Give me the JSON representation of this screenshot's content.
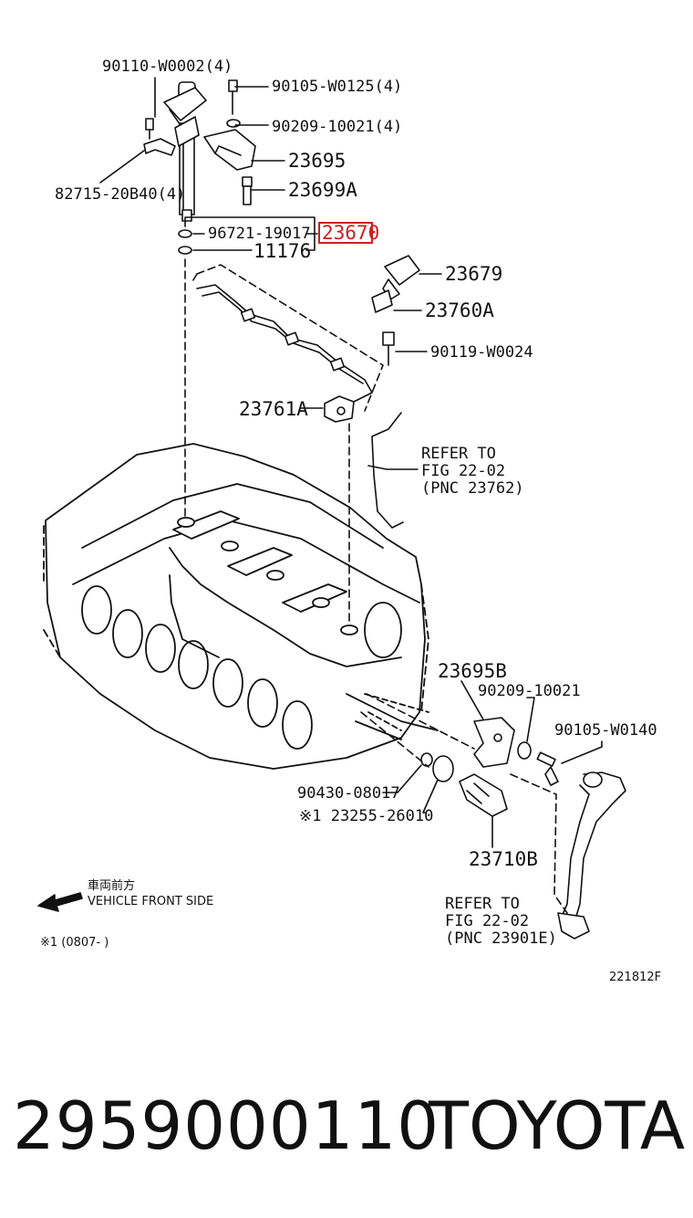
{
  "diagram": {
    "labels": {
      "p90110": "90110-W0002(4)",
      "p90105a": "90105-W0125(4)",
      "p90209a": "90209-10021(4)",
      "p23695": "23695",
      "p82715": "82715-20B40(4)",
      "p23699A": "23699A",
      "p96721": "96721-19017",
      "p23670": "23670",
      "p11176": "11176",
      "p23679": "23679",
      "p23760A": "23760A",
      "p90119": "90119-W0024",
      "p23761A": "23761A",
      "p23695B": "23695B",
      "p90209b": "90209-10021",
      "p90105b": "90105-W0140",
      "p90430": "90430-08017",
      "p23255": "※1 23255-26010",
      "p23710B": "23710B",
      "refer1": [
        "REFER TO",
        "FIG 22-02",
        "(PNC 23762)"
      ],
      "refer2": [
        "REFER TO",
        "FIG 22-02",
        "(PNC 23901E)"
      ],
      "front_jp": "車両前方",
      "front_en": "VEHICLE FRONT SIDE",
      "note": "※1 (0807-      )",
      "fig_id": "221812F"
    },
    "highlight_color": "#d31d1d"
  },
  "footer": {
    "part_number": "2959000110",
    "brand": "TOYOTA"
  }
}
